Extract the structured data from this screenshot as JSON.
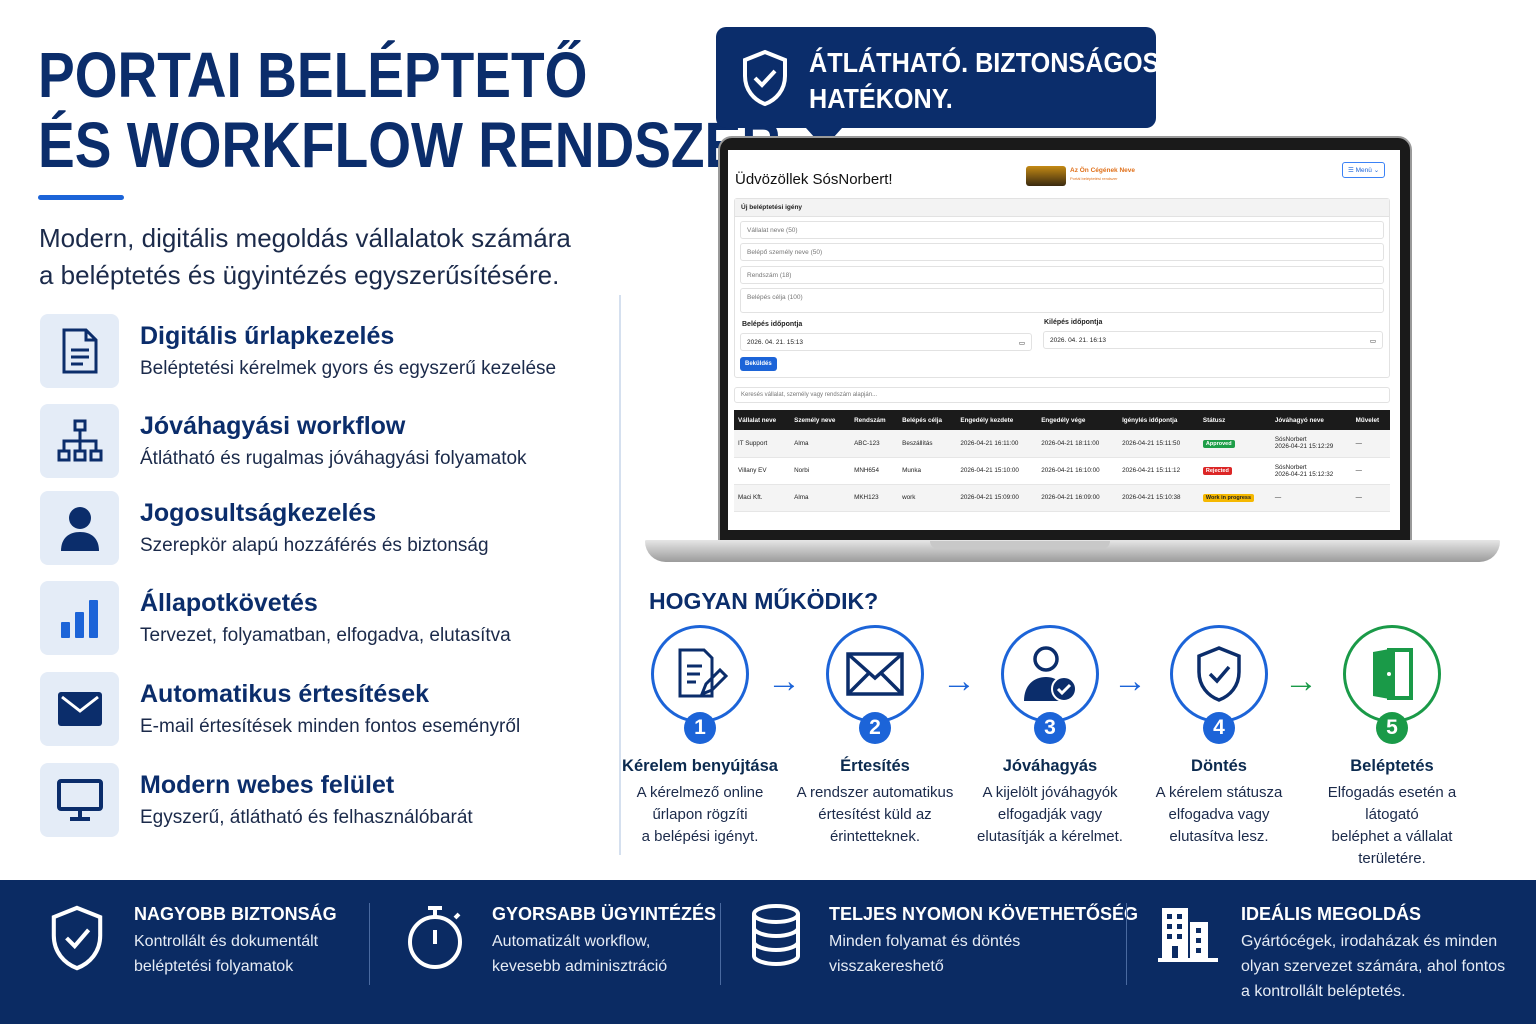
{
  "header": {
    "title_line1": "PORTAI BELÉPTETŐ",
    "title_line2": "ÉS WORKFLOW RENDSZER",
    "intro_line1": "Modern, digitális megoldás vállalatok számára",
    "intro_line2": "a beléptetés és ügyintézés egyszerűsítésére."
  },
  "features": [
    {
      "icon": "document-icon",
      "title": "Digitális űrlapkezelés",
      "subtitle": "Beléptetési kérelmek gyors és egyszerű kezelése"
    },
    {
      "icon": "org-chart-icon",
      "title": "Jóváhagyási workflow",
      "subtitle": "Átlátható és rugalmas jóváhagyási folyamatok"
    },
    {
      "icon": "user-icon",
      "title": "Jogosultságkezelés",
      "subtitle": "Szerepkör alapú hozzáférés és biztonság"
    },
    {
      "icon": "bar-chart-icon",
      "title": "Állapotkövetés",
      "subtitle": "Tervezet, folyamatban, elfogadva, elutasítva"
    },
    {
      "icon": "envelope-icon",
      "title": "Automatikus értesítések",
      "subtitle": "E-mail értesítések minden fontos eseményről"
    },
    {
      "icon": "monitor-icon",
      "title": "Modern webes felület",
      "subtitle": "Egyszerű, átlátható és felhasználóbarát"
    }
  ],
  "bubble": {
    "line1": "ÁTLÁTHATÓ. BIZTONSÁGOS.",
    "line2": "HATÉKONY."
  },
  "app": {
    "greeting": "Üdvözöllek SósNorbert!",
    "logo_name": "Az Ön Cégének Neve",
    "logo_tagline": "Portál beléptetési rendszer",
    "menu_label": "☰ Menü ⌄",
    "form_title": "Új beléptetési igény",
    "placeholders": {
      "company": "Vállalat neve (50)",
      "person": "Belépő személy neve (50)",
      "plate": "Rendszám (18)",
      "purpose": "Belépés célja (100)"
    },
    "entry_label": "Belépés időpontja",
    "entry_value": "2026.  04.  21.   15:13",
    "exit_label": "Kilépés időpontja",
    "exit_value": "2026.  04.  21.   16:13",
    "submit": "Beküldés",
    "search_placeholder": "Keresés vállalat, személy vagy rendszám alapján...",
    "columns": [
      "Vállalat neve",
      "Személy neve",
      "Rendszám",
      "Belépés célja",
      "Engedély kezdete",
      "Engedély vége",
      "Igénylés időpontja",
      "Státusz",
      "Jóváhagyó neve",
      "Művelet"
    ],
    "rows": [
      {
        "company": "IT Support",
        "person": "Alma",
        "plate": "ABC-123",
        "purpose": "Beszállítás",
        "start": "2026-04-21 16:11:00",
        "end": "2026-04-21 18:11:00",
        "requested": "2026-04-21 15:11:50",
        "status": "Approved",
        "status_color": "#1e9e48",
        "approver": "SósNorbert",
        "approved_at": "2026-04-21 15:12:29",
        "action": "—"
      },
      {
        "company": "Villany EV",
        "person": "Norbi",
        "plate": "MNH654",
        "purpose": "Munka",
        "start": "2026-04-21 15:10:00",
        "end": "2026-04-21 16:10:00",
        "requested": "2026-04-21 15:11:12",
        "status": "Rejected",
        "status_color": "#dc2626",
        "approver": "SósNorbert",
        "approved_at": "2026-04-21 15:12:32",
        "action": "—"
      },
      {
        "company": "Maci Kft.",
        "person": "Alma",
        "plate": "MKH123",
        "purpose": "work",
        "start": "2026-04-21 15:09:00",
        "end": "2026-04-21 16:09:00",
        "requested": "2026-04-21 15:10:38",
        "status": "Work in progress",
        "status_color": "#f5b800",
        "approver": "—",
        "approved_at": "",
        "action": "—"
      }
    ]
  },
  "how": {
    "title": "HOGYAN MŰKÖDIK?",
    "steps": [
      {
        "n": "1",
        "icon": "form-pen-icon",
        "title": "Kérelem benyújtása",
        "l1": "A kérelmező online",
        "l2": "űrlapon rögzíti",
        "l3": "a belépési igényt."
      },
      {
        "n": "2",
        "icon": "envelope-icon",
        "title": "Értesítés",
        "l1": "A rendszer automatikus",
        "l2": "értesítést küld az",
        "l3": "érintetteknek."
      },
      {
        "n": "3",
        "icon": "user-check-icon",
        "title": "Jóváhagyás",
        "l1": "A kijelölt jóváhagyók",
        "l2": "elfogadják vagy",
        "l3": "elutasítják a kérelmet."
      },
      {
        "n": "4",
        "icon": "shield-check-icon",
        "title": "Döntés",
        "l1": "A kérelem státusza",
        "l2": "elfogadva vagy",
        "l3": "elutasítva lesz."
      },
      {
        "n": "5",
        "icon": "door-icon",
        "title": "Beléptetés",
        "l1": "Elfogadás esetén a látogató",
        "l2": "beléphet a vállalat",
        "l3": "területére."
      }
    ]
  },
  "benefits": [
    {
      "icon": "shield-check-icon",
      "title": "NAGYOBB BIZTONSÁG",
      "l1": "Kontrollált és dokumentált",
      "l2": "beléptetési folyamatok",
      "l3": ""
    },
    {
      "icon": "stopwatch-icon",
      "title": "GYORSABB ÜGYINTÉZÉS",
      "l1": "Automatizált workflow,",
      "l2": "kevesebb adminisztráció",
      "l3": ""
    },
    {
      "icon": "database-icon",
      "title": "TELJES NYOMON KÖVETHETŐSÉG",
      "l1": "Minden folyamat és döntés",
      "l2": "visszakereshető",
      "l3": ""
    },
    {
      "icon": "building-icon",
      "title": "IDEÁLIS MEGOLDÁS",
      "l1": "Gyártócégek, irodaházak és minden",
      "l2": "olyan szervezet számára, ahol fontos",
      "l3": "a kontrollált beléptetés."
    }
  ],
  "colors": {
    "navy": "#0b2d6b",
    "blue": "#1c64d8",
    "green": "#1a9a48",
    "band": "#0b2b63"
  }
}
